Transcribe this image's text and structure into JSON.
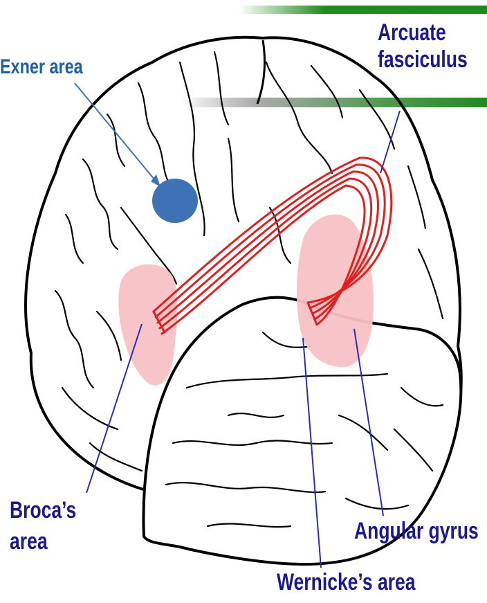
{
  "labels": {
    "exner": "Exner area",
    "arcuate": [
      "Arcuate",
      "fasciculus"
    ],
    "broca": [
      "Broca’s",
      "area"
    ],
    "angular": "Angular gyrus",
    "wernicke": "Wernicke’s area"
  },
  "colors": {
    "exner_label": "#1f5f9e",
    "label_text": "#1a1a8c",
    "leader_lines": "#2a2abf",
    "exner_dot": "#3d73b5",
    "highlight_region": "#f7c2c5",
    "fibers": "#e02020",
    "header_bar": "#1f8a1f",
    "outline": "#000000"
  }
}
